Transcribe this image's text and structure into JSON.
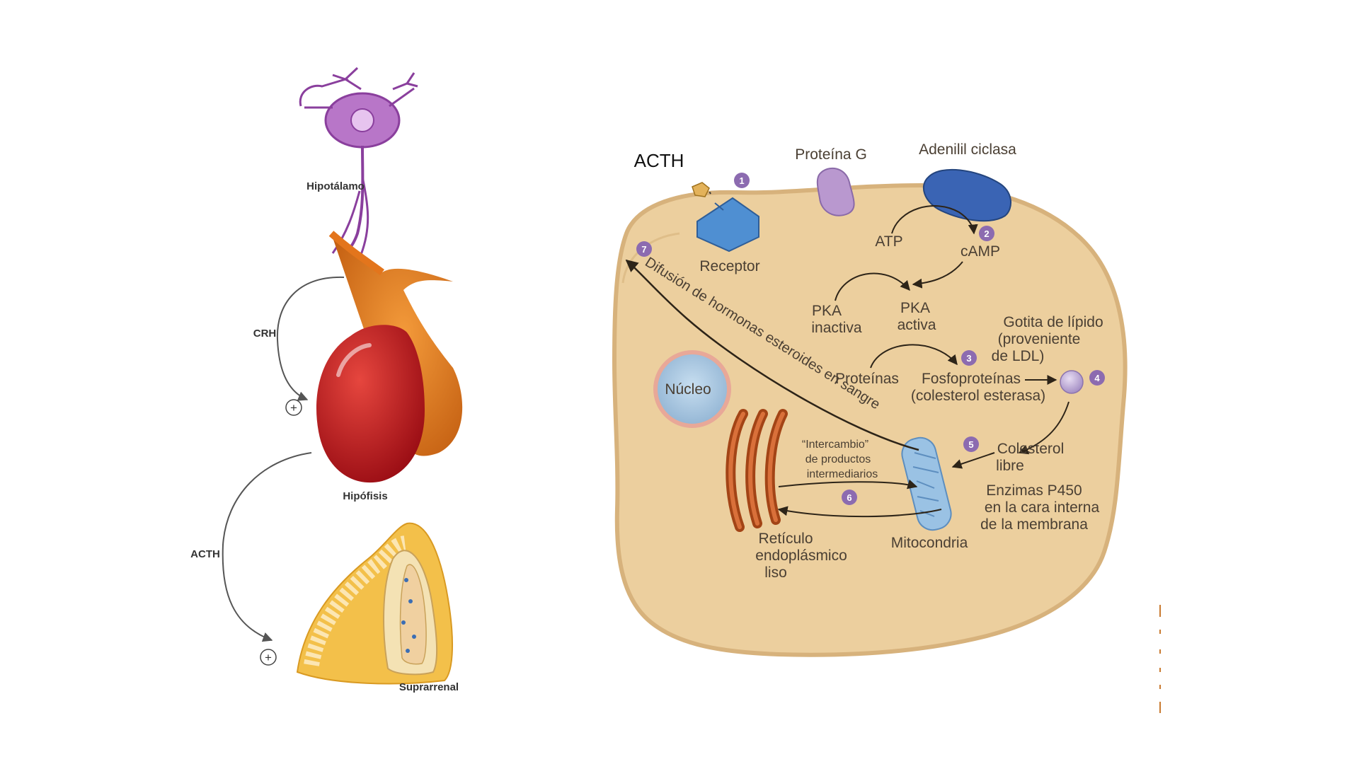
{
  "left_panel": {
    "hypothalamus": "Hipotálamo",
    "crh": "CRH",
    "plus_1": "+",
    "pituitary": "Hipófisis",
    "acth": "ACTH",
    "plus_2": "+",
    "adrenal": "Suprarrenal"
  },
  "right_panel": {
    "acth_title": "ACTH",
    "g_protein": "Proteína G",
    "adenylyl_cyclase": "Adenilil ciclasa",
    "receptor": "Receptor",
    "atp": "ATP",
    "camp": "cAMP",
    "pka_inactive": [
      "PKA",
      "inactiva"
    ],
    "pka_active": [
      "PKA",
      "activa"
    ],
    "lipid_droplet": [
      "Gotita de lípido",
      "(proveniente",
      "de LDL)"
    ],
    "proteins": "Proteínas",
    "phosphoproteins": [
      "Fosfoproteínas",
      "(colesterol esterasa)"
    ],
    "nucleus": "Núcleo",
    "diffusion": "Difusión de hormonas esteroides en sangre",
    "exchange": [
      "“Intercambio”",
      "de productos",
      "intermediarios"
    ],
    "free_cholesterol": [
      "Colesterol",
      "libre"
    ],
    "p450": [
      "Enzimas P450",
      "en la cara interna",
      "de la membrana"
    ],
    "mitochondria": "Mitocondria",
    "ser": [
      "Retículo",
      "endoplásmico",
      "liso"
    ],
    "steps": [
      "1",
      "2",
      "3",
      "4",
      "5",
      "6",
      "7"
    ]
  },
  "colors": {
    "cell_fill": "#eccf9e",
    "cell_edge": "#d7b27c",
    "hypothalamus": "#8a3f9d",
    "pituitary_front": "#c0161e",
    "pituitary_back": "#e3751c",
    "adrenal": "#f0b43a",
    "receptor": "#4f8fd2",
    "cyclase": "#3a64b4",
    "step_badge": "#8c6bb0"
  }
}
